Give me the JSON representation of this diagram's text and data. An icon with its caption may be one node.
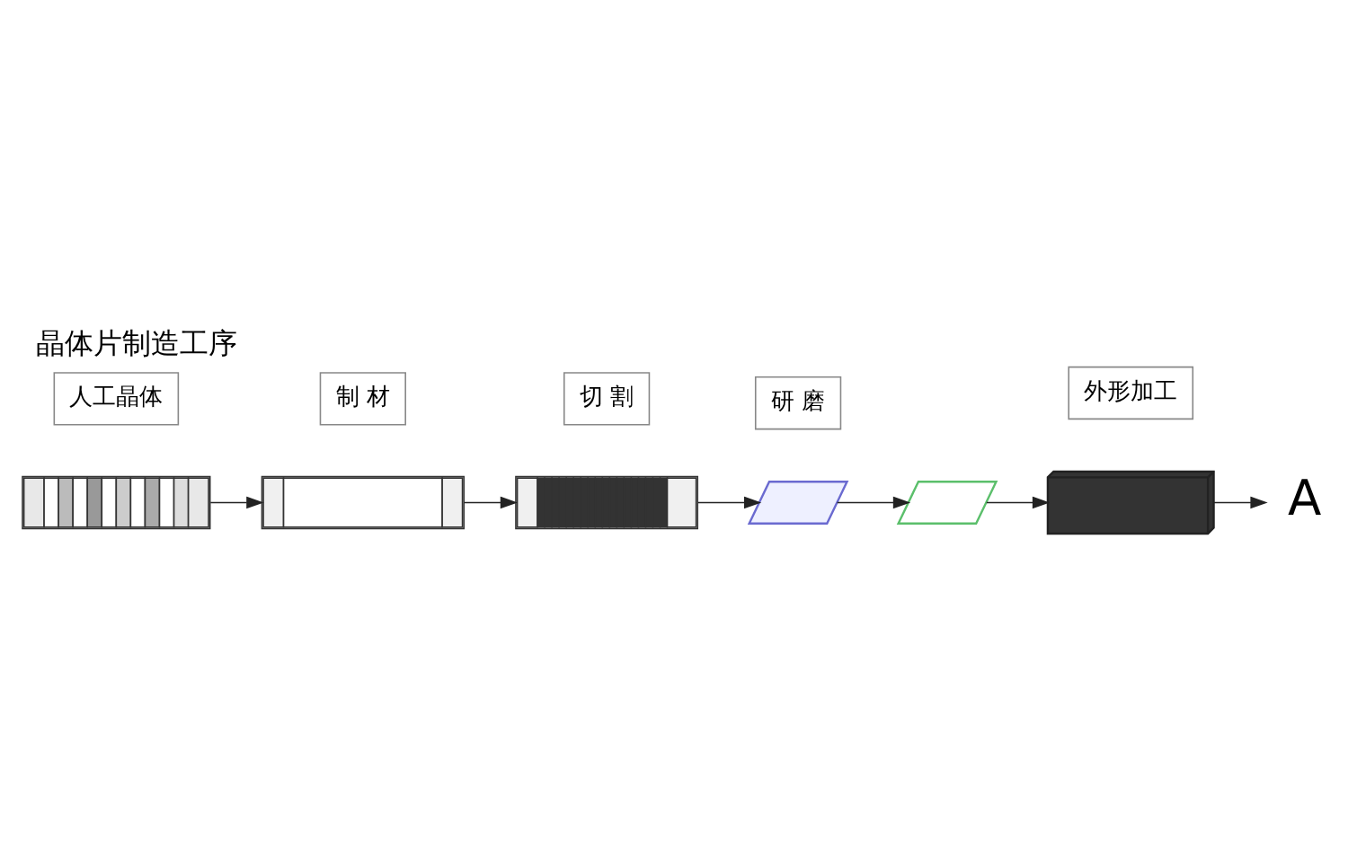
{
  "diagram": {
    "title": "晶体片制造工序",
    "nodes": [
      {
        "text": [],
        "shape": "picture",
        "beside": [
          "人工晶体"
        ]
      },
      {
        "text": [],
        "shape": "picture",
        "beside": [
          "制 材"
        ]
      },
      {
        "text": [],
        "shape": "picture",
        "beside": [
          "切 割"
        ]
      },
      {
        "text": [],
        "shape": "picture",
        "beside": [
          "研 磨"
        ]
      },
      {
        "text": [],
        "shape": "picture"
      },
      {
        "text": [],
        "shape": "picture",
        "beside": [
          "外形加工"
        ]
      },
      {
        "text": [
          "A"
        ]
      }
    ],
    "edges": [
      {
        "from": 0,
        "to": 1,
        "arrow": "to"
      },
      {
        "from": 1,
        "to": 2,
        "arrow": "to"
      },
      {
        "from": 2,
        "to": 3,
        "arrow": "to"
      },
      {
        "from": 3,
        "to": 4,
        "arrow": "to"
      },
      {
        "from": 4,
        "to": 5,
        "arrow": "to"
      },
      {
        "from": 5,
        "to": 6,
        "arrow": "to"
      }
    ]
  }
}
